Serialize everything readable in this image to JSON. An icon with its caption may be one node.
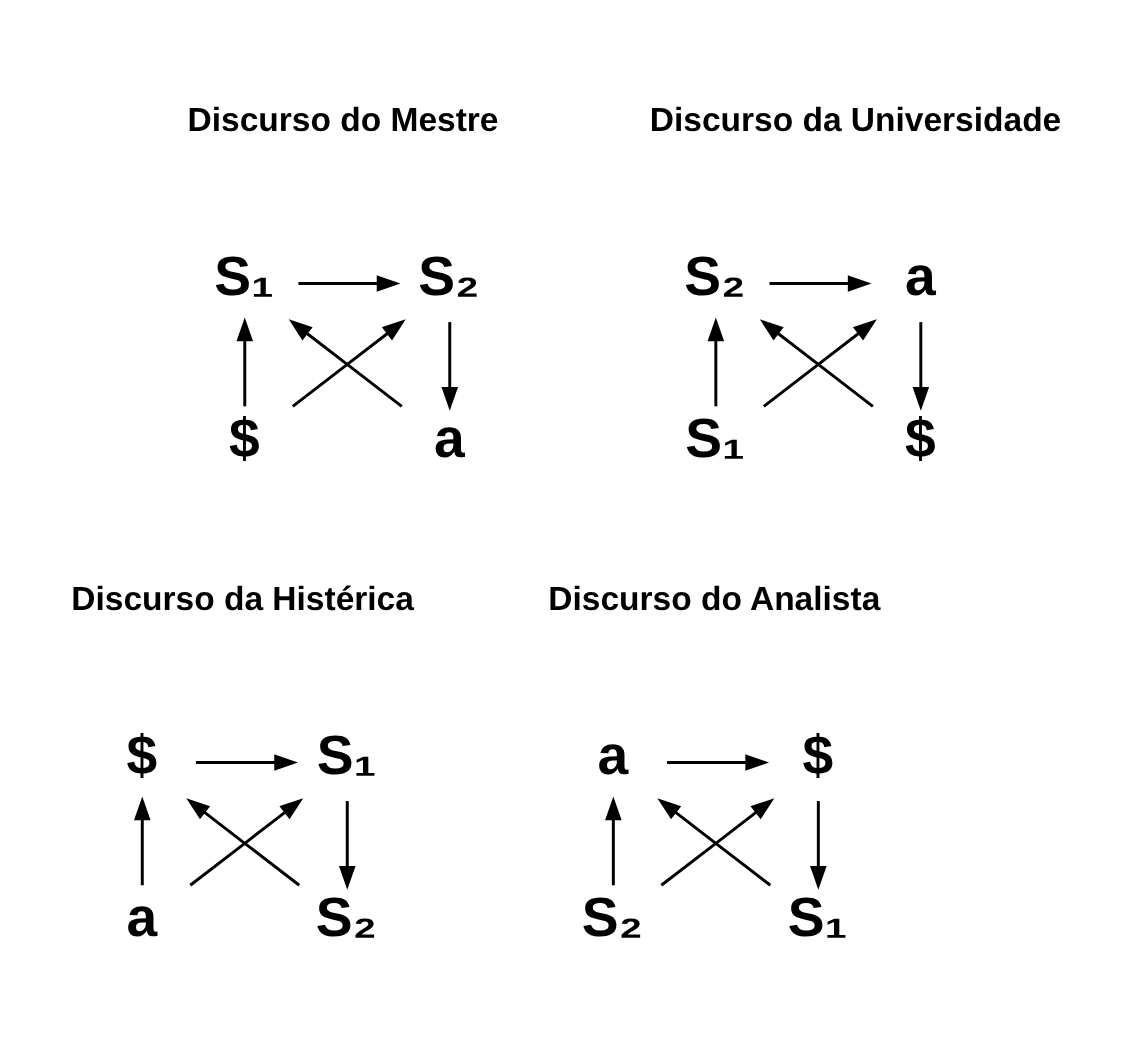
{
  "diagram": {
    "nodes": [
      {
        "text": [
          "S₁"
        ]
      },
      {
        "text": [
          "S₂"
        ]
      },
      {
        "text": [
          "$"
        ]
      },
      {
        "text": [
          "a"
        ]
      },
      {
        "text": [
          "S₂"
        ]
      },
      {
        "text": [
          "a"
        ]
      },
      {
        "text": [
          "S₁"
        ]
      },
      {
        "text": [
          "$"
        ]
      },
      {
        "text": [
          "$"
        ]
      },
      {
        "text": [
          "S₁"
        ]
      },
      {
        "text": [
          "a"
        ]
      },
      {
        "text": [
          "S₂"
        ]
      },
      {
        "text": [
          "a"
        ]
      },
      {
        "text": [
          "$"
        ]
      },
      {
        "text": [
          "S₂"
        ]
      },
      {
        "text": [
          "S₁"
        ]
      }
    ],
    "edges": [
      {
        "from": 0,
        "to": 1,
        "arrow": "to"
      },
      {
        "from": 2,
        "to": 0,
        "arrow": "to"
      },
      {
        "from": 1,
        "to": 3,
        "arrow": "to"
      },
      {
        "from": 3,
        "to": 0,
        "arrow": "to"
      },
      {
        "from": 2,
        "to": 1,
        "arrow": "to"
      },
      {
        "from": 4,
        "to": 5,
        "arrow": "to"
      },
      {
        "from": 6,
        "to": 4,
        "arrow": "to"
      },
      {
        "from": 5,
        "to": 7,
        "arrow": "to"
      },
      {
        "from": 7,
        "to": 4,
        "arrow": "to"
      },
      {
        "from": 6,
        "to": 5,
        "arrow": "to"
      },
      {
        "from": 8,
        "to": 9,
        "arrow": "to"
      },
      {
        "from": 10,
        "to": 8,
        "arrow": "to"
      },
      {
        "from": 9,
        "to": 11,
        "arrow": "to"
      },
      {
        "from": 11,
        "to": 8,
        "arrow": "to"
      },
      {
        "from": 10,
        "to": 9,
        "arrow": "to"
      },
      {
        "from": 12,
        "to": 13,
        "arrow": "to"
      },
      {
        "from": 14,
        "to": 12,
        "arrow": "to"
      },
      {
        "from": 13,
        "to": 15,
        "arrow": "to"
      },
      {
        "from": 15,
        "to": 12,
        "arrow": "to"
      },
      {
        "from": 14,
        "to": 13,
        "arrow": "to"
      }
    ],
    "labels": [
      "Discurso do Mestre",
      "Discurso da Universidade",
      "Discurso da Histérica",
      "Discurso do Analista"
    ]
  }
}
